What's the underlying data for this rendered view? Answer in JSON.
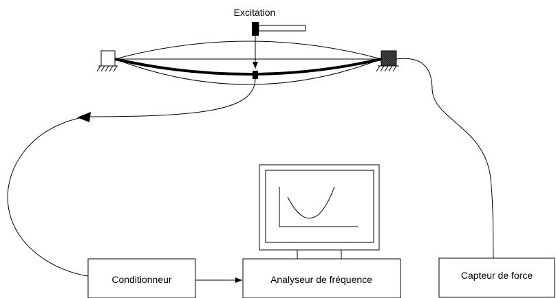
{
  "diagram": {
    "excitation_label": "Excitation",
    "conditioner_label": "Conditionneur",
    "analyzer_label": "Analyseur de fréquence",
    "force_sensor_label": "Capteur de force"
  },
  "colors": {
    "stroke": "#000000",
    "background": "#ffffff",
    "support_fill": "#444444"
  }
}
